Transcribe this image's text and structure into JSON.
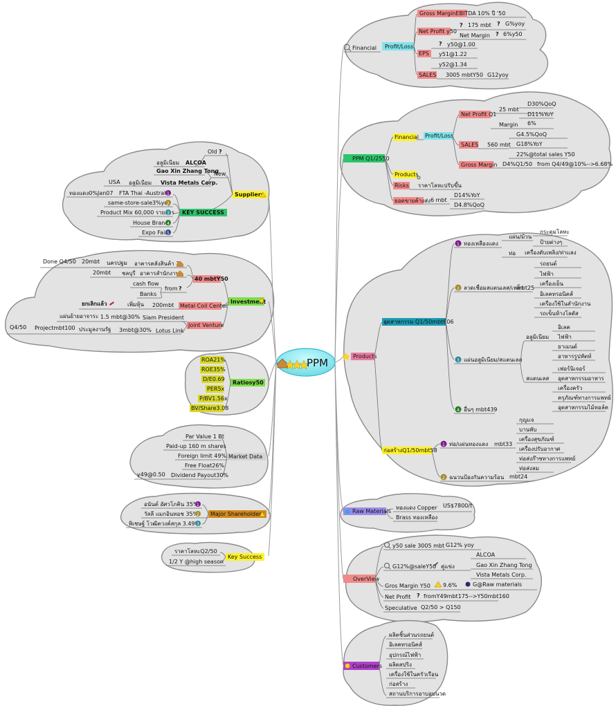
{
  "center": {
    "label": "PPM"
  },
  "right": {
    "financial": {
      "label": "Financial",
      "profit_loss": "Profit/Loss",
      "gross_margin_ebitda": "Gross MarginEBITDA",
      "gm_value": "10% ปี '50",
      "net_profit_y50": "Net Profit y50",
      "np_175": "175 mbt",
      "np_g_yoy": "G%yoy",
      "net_margin": "Net Margin",
      "nm_value": "6%y50",
      "eps": "EPS",
      "eps_y50": "y50@1.00",
      "eps_y51": "y51@1.22",
      "eps_y52": "y52@1.34",
      "sales": "SALES",
      "sales_value": "3005 mbtY50",
      "sales_growth": "G12yoy"
    },
    "ppm_q1": {
      "label": "PPM Q1/2550",
      "financial": "Financial",
      "profit_loss": "Profit/Loss",
      "net_profit_q1": "Net Profit Q1",
      "np_25": "25 mbt",
      "np_d30": "D30%QoQ",
      "np_d11": "D11%YoY",
      "margin": "Margin",
      "margin_value": "6%",
      "sales": "SALES",
      "sales_560": "560 mbt",
      "sales_g45": "G4.5%QoQ",
      "sales_g18": "G18%YoY",
      "sales_22": "22%@total sales Y50",
      "gross_margin": "Gross Margin",
      "gm_d4": "D4%Q1/50",
      "gm_from": "from Q4/49@10%-->6.68%",
      "products": "Products",
      "risks": "Risks",
      "risks_value": "ราคาโลหะปรับขึ้น",
      "backlog": "ยอดขายค้างส่ง",
      "backlog_6": "6 mbt",
      "backlog_d14": "D14%YoY",
      "backlog_d48": "D4.8%QoQ"
    },
    "products": {
      "label": "Products",
      "industry": "อุตสาหกรรม Q1/50mbt606",
      "copper": "ทองเหลืองแดง",
      "copper_sheet": "แผ่น/ม้วน",
      "copper_sheet_items": [
        "กระดุมโลหะ",
        "ป้ายต่างๆ"
      ],
      "copper_pipe": "ท่อ",
      "copper_pipe_items": [
        "เครื่องดับเพลิง/ท่าแลง"
      ],
      "wire": "ลวดเชื่อมสแตนเลส/เหล็ก",
      "wire_mbt": "mbt25",
      "wire_items": [
        "รถยนต์",
        "ไฟฟ้า",
        "เครื่องเย็น",
        "อิเลคทรอนิคส์",
        "เครื่องใช้ในสำนักงาน",
        "รถเข็นห้างโลตัส"
      ],
      "aluminum": "แผ่นอลูมิเนียม/สแตนเลส",
      "alu": "อลูมิเนียม",
      "alu_items": [
        "อิเลค",
        "ไฟฟ้า",
        "ยาเมนต์",
        "อาหารรูปหัตท์"
      ],
      "stainless": "สแตนเลส",
      "stainless_items": [
        "เฟอร์นิเจอร์",
        "อุตสาหกรรมอาหาร",
        "เครื่องครัว",
        "ครุภัณฑ์ทางการแพทย์",
        "อุตสาหกรรมไม้ทอล์ค"
      ],
      "others": "อื่นๆ mbt439",
      "construction": "ก่อสร้างQ1/50mbt58",
      "pipe_sheet": "ท่อ/แผ่นทองแดง",
      "pipe_mbt": "mbt33",
      "pipe_items": [
        "กุญแจ",
        "บานพับ",
        "เครื่องสุขภัณฑ์",
        "เครื่องปรับอากาศ",
        "ท่อส่งก๊าซทางการแพทย์",
        "ท่อส่งลม"
      ],
      "insulation": "ฉนวนป้องกันความร้อน",
      "insulation_mbt": "mbt24"
    },
    "raw_materials": {
      "label": "Raw Materials",
      "copper": "ทองแดง Copper",
      "copper_price": "US$7800/t",
      "brass": "Brass ทองเหลือง"
    },
    "overview": {
      "label": "OverView",
      "sale": "y50 sale 3005 mbt",
      "sale_growth": "G12% yoy",
      "g12": "G12%@saleY50",
      "rival": "คู่แข่ง",
      "rivals": [
        "ALCOA",
        "Gao Xin Zhang Tong",
        "Vista Metals Corp."
      ],
      "gross_margin": "Gros Margin Y50",
      "gm_value": "9.6%",
      "raw": "G@Raw materials",
      "net_profit": "Net Profit",
      "np_value": "fromY49mbt175-->Y50mbt160",
      "speculative": "Speculative",
      "spec_value": "Q2/50 > Q150"
    },
    "customers": {
      "label": "Customers",
      "items": [
        "ผลิตชิ้นส่วนรถยนต์",
        "อิเลคทรอนิคส์",
        "อุปกรณ์ไฟฟ้า",
        "ผลิตสปริง",
        "เครื่องใช้ในครัวเรือน",
        "ก่อสร้าง",
        "สถานบริการอาบอบนวด"
      ]
    }
  },
  "left": {
    "suppliers": {
      "label": "Suppliers",
      "old": "Old",
      "alu_th": "อลูมิเนียม",
      "alcoa": "ALCOA",
      "new": "New",
      "gao": "Gao Xin Zhang Tong",
      "usa": "USA",
      "alu_th2": "อลูมิเนียม",
      "vista": "Vista Metals Corp.",
      "copper_tax": "ทองแดง0%Jan07",
      "key_success": "KEY SUCCESS",
      "ks_items": [
        "FTA Thai -Australia",
        "same-store-sale3%yoy",
        "Product Mix 60,000 รายการ",
        "House Brand",
        "Expo Fair"
      ]
    },
    "investment": {
      "label": "Investment",
      "mbt40": "40 mbtY50",
      "done": "Done Q4/50",
      "mbt20a": "20mbt",
      "nakhon": "นครปฐม",
      "warehouse": "อาคารคลังสินค้า 1",
      "mbt20b": "20mbt",
      "chonburi": "ชลบุรี",
      "office": "อาคารสำนักงาน",
      "cashflow": "cash flow",
      "from": "from",
      "banks": "Banks",
      "metal_coil": "Metal Coil Center",
      "cancel": "ยกเลิกแล้ว",
      "add_share": "เพิ่มหุ้น",
      "mbt200": "200mbt",
      "siam": "Siam President",
      "sheet_invest": "แผ่นย้ายอาจาระ",
      "mbt15": "1.5 mbt@30%",
      "joint": "Joint Venture",
      "q450": "Q4/50",
      "project": "Projectmbt100",
      "govt": "ประมูลงานรัฐ",
      "mbt3": "3mbt@30%",
      "lotus": "Lotus Link"
    },
    "ratios": {
      "label": "Ratiosy50",
      "items": [
        "ROA21%",
        "ROE35%",
        "D/E0.69",
        "PER5x",
        "P/BV1.56x",
        "BV/Share3.08"
      ]
    },
    "market": {
      "label": "Market Data",
      "items": [
        "Par Value 1 Bt",
        "Paid-up 160 m shares",
        "Foreign limit 49%",
        "Free Float26%",
        "Dividend Payout30%"
      ],
      "y49": "y49@0.50"
    },
    "shareholders": {
      "label": "Major Shareholders",
      "items": [
        "อนันต์ อัศวโภคิน 35%",
        "วัลลี แมกอินทอช 35%",
        "พิเชษฐ์ โวฒิตวงค์สกุล 3.49%"
      ]
    },
    "keysuccess": {
      "label": "Key Success",
      "items": [
        "ราคาโลหะQ2/50",
        "1/2 Y @high season"
      ]
    }
  },
  "colors": {
    "cyan": "#80e4ec",
    "salmon": "#f08a8a",
    "yellow": "#fff22a",
    "green": "#7edc4a",
    "teal": "#1b9ab0",
    "pink": "#e97ca2",
    "purple": "#b040c8",
    "olive": "#d8d82a",
    "orange": "#d08a1e",
    "lavender": "#9a8ae8"
  }
}
